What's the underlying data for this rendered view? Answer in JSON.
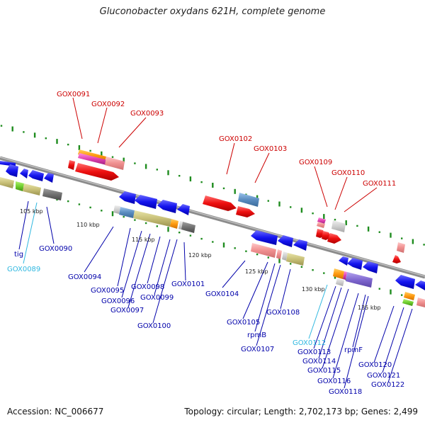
{
  "header": {
    "title": "Gluconobacter oxydans 621H, complete genome"
  },
  "footer": {
    "accession": "Accession: NC_006677",
    "stats": "Topology: circular; Length: 2,702,173 bp; Genes: 2,499"
  },
  "colors": {
    "backbone": "#8c8c8c",
    "ruler": "#1e8c1e",
    "forward_label": "#cc0000",
    "reverse_label": "#0000aa",
    "rna_label": "#30b8e0"
  },
  "ruler_labels": [
    "105 kbp",
    "110 kbp",
    "115 kbp",
    "120 kbp",
    "125 kbp",
    "130 kbp",
    "135 kbp"
  ],
  "forward_genes": [
    "GOX0091",
    "GOX0092",
    "GOX0093",
    "GOX0102",
    "GOX0103",
    "GOX0109",
    "GOX0110",
    "GOX0111"
  ],
  "reverse_genes": [
    "tig",
    "GOX0089",
    "GOX0090",
    "GOX0094",
    "GOX0095",
    "GOX0096",
    "GOX0097",
    "GOX0098",
    "GOX0099",
    "GOX0100",
    "GOX0101",
    "GOX0104",
    "GOX0105",
    "rpmB",
    "GOX0107",
    "GOX0108",
    "GOX0112",
    "GOX0113",
    "GOX0114",
    "GOX0115",
    "GOX0116",
    "rpmF",
    "GOX0118",
    "GOX0120",
    "GOX0121",
    "GOX0122"
  ]
}
